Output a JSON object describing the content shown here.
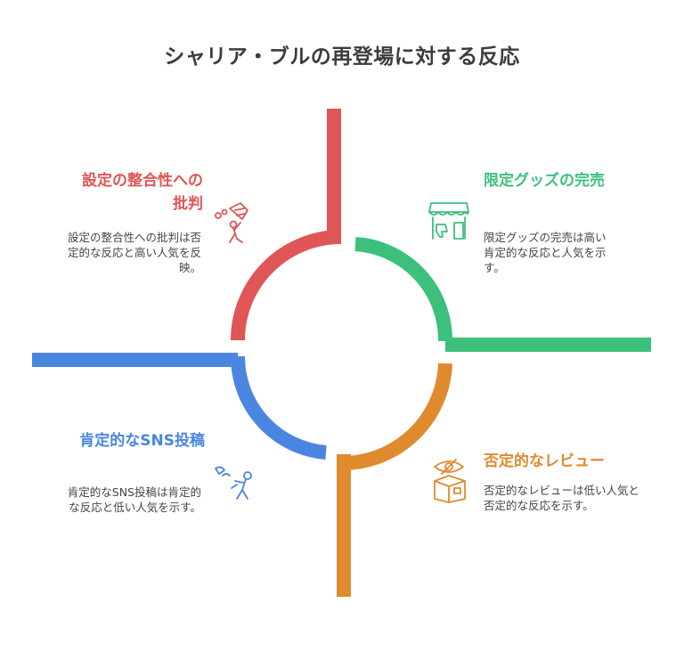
{
  "title": "シャリア・ブルの再登場に対する反応",
  "quadrants": {
    "top_left": {
      "heading": "設定の整合性への批判",
      "description": "設定の整合性への批判は否定的な反応と高い人気を反映。",
      "color": "#E05555",
      "icon": "net-catching-icon"
    },
    "top_right": {
      "heading": "限定グッズの完売",
      "description": "限定グッズの完売は高い肯定的な反応と人気を示す。",
      "color": "#3CC07C",
      "icon": "shop-thumbs-down-icon"
    },
    "bottom_left": {
      "heading": "肯定的なSNS投稿",
      "description": "肯定的なSNS投稿は肯定的な反応と低い人気を示す。",
      "color": "#4A86E0",
      "icon": "person-catching-icon"
    },
    "bottom_right": {
      "heading": "否定的なレビュー",
      "description": "否定的なレビューは低い人気と否定的な反応を示す。",
      "color": "#E08A2E",
      "icon": "hidden-box-icon"
    }
  }
}
